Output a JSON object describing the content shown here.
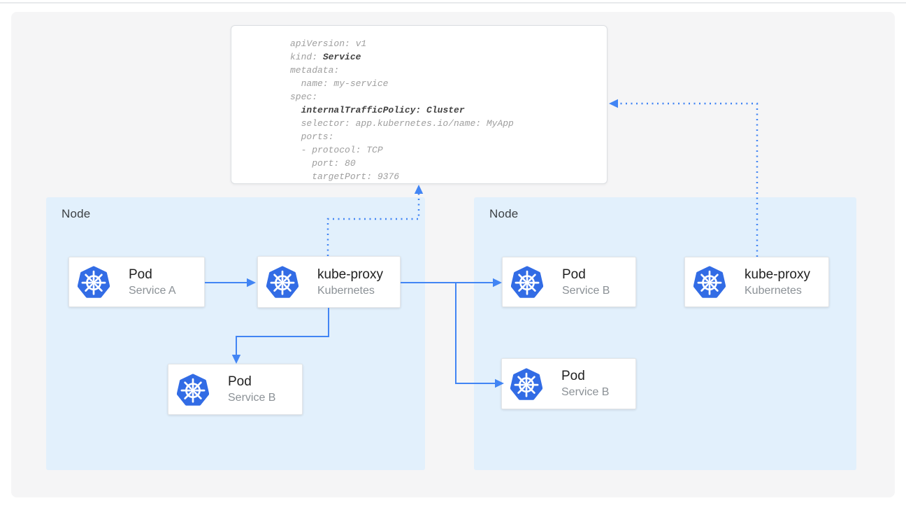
{
  "colors": {
    "accent_blue": "#4285f4",
    "kubernetes_blue": "#326ce5",
    "node_bg": "#e2f0fc",
    "panel_bg": "#f5f5f6",
    "card_bg": "#ffffff",
    "code_gray": "#9e9e9e",
    "code_dark": "#424242",
    "title_text": "#212121",
    "subtitle_text": "#8b9196",
    "node_label_text": "#3c4043"
  },
  "yaml_card": {
    "lines": [
      {
        "segments": [
          {
            "text": "apiVersion: v1",
            "bold": false
          }
        ]
      },
      {
        "segments": [
          {
            "text": "kind: ",
            "bold": false
          },
          {
            "text": "Service",
            "bold": true
          }
        ]
      },
      {
        "segments": [
          {
            "text": "metadata:",
            "bold": false
          }
        ]
      },
      {
        "segments": [
          {
            "text": "  name: my-service",
            "bold": false
          }
        ]
      },
      {
        "segments": [
          {
            "text": "spec:",
            "bold": false
          }
        ]
      },
      {
        "segments": [
          {
            "text": "  ",
            "bold": false
          },
          {
            "text": "internalTrafficPolicy: Cluster",
            "bold": true
          }
        ]
      },
      {
        "segments": [
          {
            "text": "  selector: app.kubernetes.io/name: MyApp",
            "bold": false
          }
        ]
      },
      {
        "segments": [
          {
            "text": "  ports:",
            "bold": false
          }
        ]
      },
      {
        "segments": [
          {
            "text": "  - protocol: TCP",
            "bold": false
          }
        ]
      },
      {
        "segments": [
          {
            "text": "    port: 80",
            "bold": false
          }
        ]
      },
      {
        "segments": [
          {
            "text": "    targetPort: 9376",
            "bold": false
          }
        ]
      }
    ]
  },
  "nodes": [
    {
      "label": "Node"
    },
    {
      "label": "Node"
    }
  ],
  "cards": [
    {
      "title": "Pod",
      "subtitle": "Service A",
      "icon": "kubernetes-icon"
    },
    {
      "title": "kube-proxy",
      "subtitle": "Kubernetes",
      "icon": "kubernetes-icon"
    },
    {
      "title": "Pod",
      "subtitle": "Service B",
      "icon": "kubernetes-icon"
    },
    {
      "title": "Pod",
      "subtitle": "Service B",
      "icon": "kubernetes-icon"
    },
    {
      "title": "Pod",
      "subtitle": "Service B",
      "icon": "kubernetes-icon"
    },
    {
      "title": "kube-proxy",
      "subtitle": "Kubernetes",
      "icon": "kubernetes-icon"
    }
  ]
}
